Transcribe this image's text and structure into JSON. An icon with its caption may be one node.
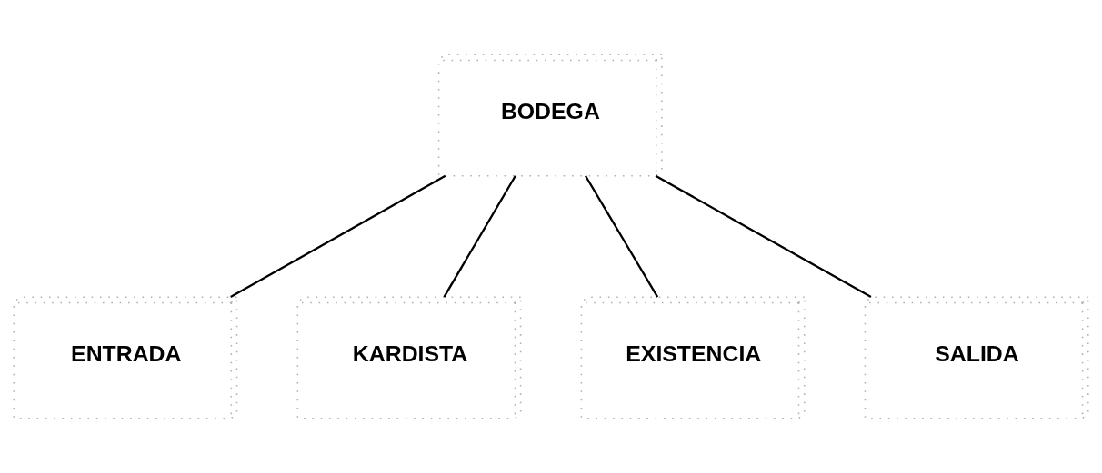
{
  "diagram": {
    "nodes": [
      {
        "text": [
          "BODEGA"
        ]
      },
      {
        "text": [
          "ENTRADA"
        ]
      },
      {
        "text": [
          "KARDISTA"
        ]
      },
      {
        "text": [
          "EXISTENCIA"
        ]
      },
      {
        "text": [
          "SALIDA"
        ]
      }
    ],
    "edges": [
      {
        "from": 0,
        "to": 1,
        "arrow": "none"
      },
      {
        "from": 0,
        "to": 2,
        "arrow": "none"
      },
      {
        "from": 0,
        "to": 3,
        "arrow": "none"
      },
      {
        "from": 0,
        "to": 4,
        "arrow": "none"
      }
    ]
  }
}
